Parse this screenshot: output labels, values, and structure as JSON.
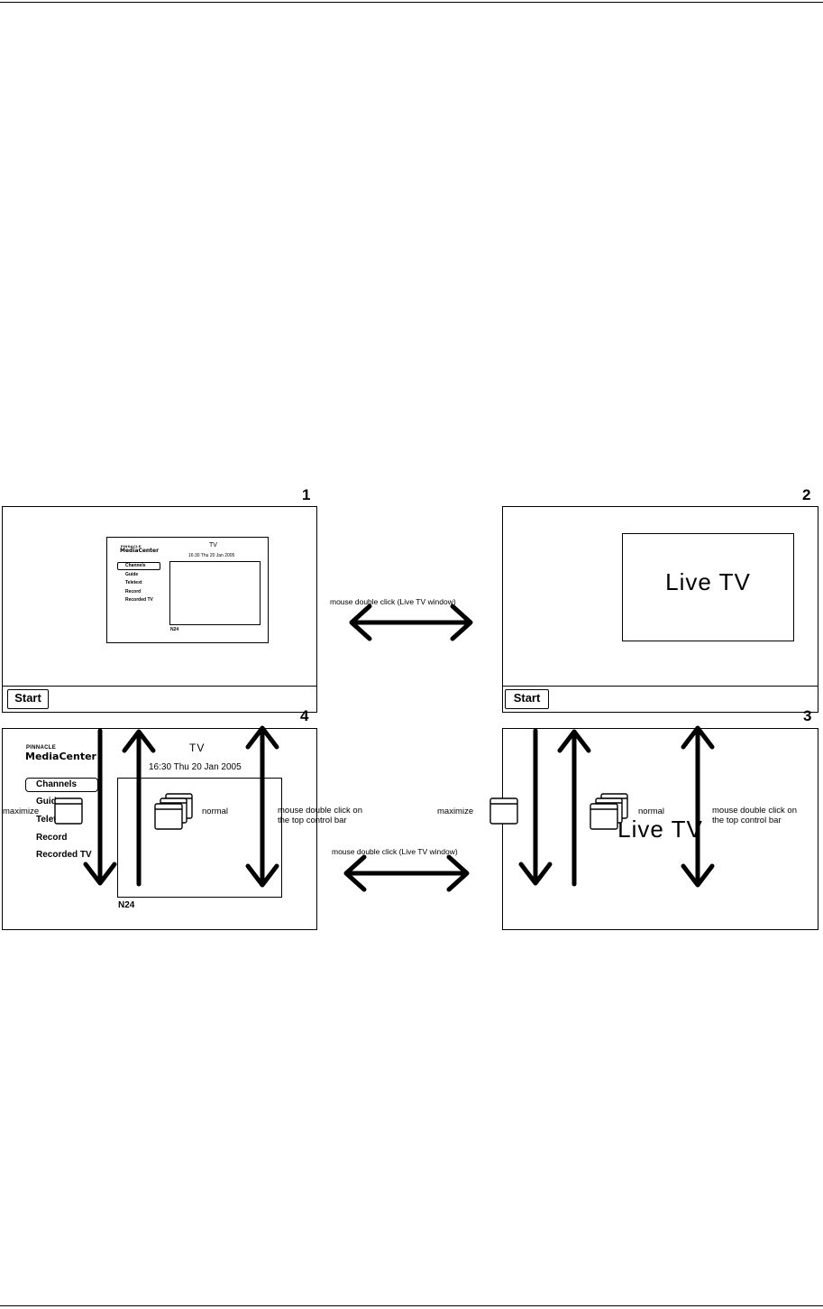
{
  "screens": {
    "s1": {
      "number": "1",
      "start_label": "Start",
      "mc": {
        "brand_top": "PINNACLE",
        "brand": "MediaCenter",
        "title": "TV",
        "datetime": "16:30 Thu 20 Jan 2005",
        "menu": [
          "Channels",
          "Guide",
          "Teletext",
          "Record",
          "Recorded TV"
        ],
        "channel": "N24"
      }
    },
    "s2": {
      "number": "2",
      "start_label": "Start",
      "live_tv": "Live TV"
    },
    "s3": {
      "number": "3",
      "live_tv": "Live TV"
    },
    "s4": {
      "number": "4",
      "mc": {
        "brand_top": "PINNACLE",
        "brand": "MediaCenter",
        "title": "TV",
        "datetime": "16:30 Thu 20 Jan 2005",
        "menu": [
          "Channels",
          "Guide",
          "Teletext",
          "Record",
          "Recorded TV"
        ],
        "channel": "N24"
      }
    }
  },
  "labels": {
    "double_click_live_tv": "mouse double click (Live TV window)",
    "maximize": "maximize",
    "normal": "normal",
    "double_click_top_bar_1": "mouse double click on",
    "double_click_top_bar_2": "the top control bar"
  },
  "icons": {
    "maximize": "maximize-window-icon",
    "normal": "restore-window-icon",
    "arrows": "arrow"
  }
}
